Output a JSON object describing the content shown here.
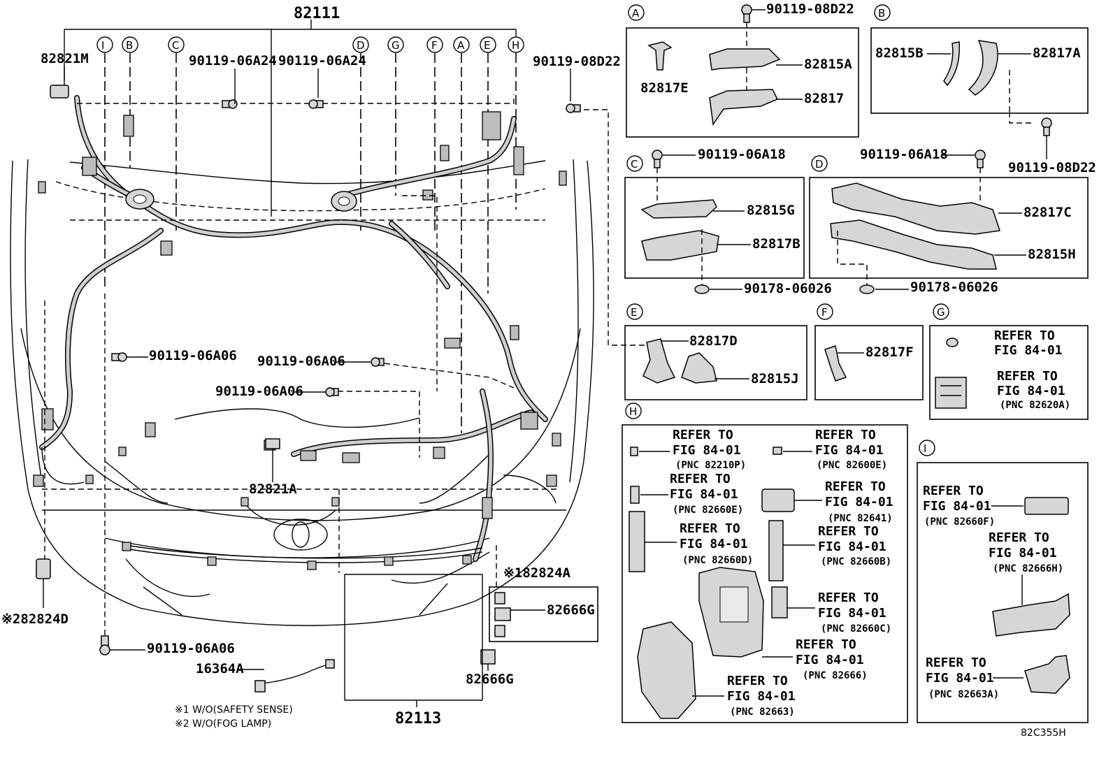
{
  "main": {
    "harness_top": "82111",
    "harness_bottom": "82113",
    "callouts": {
      "m": "82821M",
      "a821": "82821A",
      "d824": "※282824D",
      "a824": "※182824A",
      "g666a": "82666G",
      "g666b": "82666G",
      "s364": "16364A"
    },
    "bolts": {
      "a24_1": "90119-06A24",
      "a24_2": "90119-06A24",
      "d22": "90119-08D22",
      "a06_1": "90119-06A06",
      "a06_2": "90119-06A06",
      "a06_3": "90119-06A06",
      "a06_4": "90119-06A06"
    },
    "circle_letters": [
      "I",
      "B",
      "C",
      "D",
      "G",
      "F",
      "A",
      "E",
      "H"
    ],
    "notes": [
      "※1 W/O(SAFETY SENSE)",
      "※2 W/O(FOG LAMP)"
    ],
    "figure_code": "82C355H"
  },
  "insets": {
    "A": {
      "letter": "A",
      "bolt": "90119-08D22",
      "p1": "82817E",
      "p2": "82815A",
      "p3": "82817"
    },
    "B": {
      "letter": "B",
      "p1": "82815B",
      "p2": "82817A",
      "bolt": "90119-08D22"
    },
    "C": {
      "letter": "C",
      "bolt": "90119-06A18",
      "p1": "82815G",
      "p2": "82817B",
      "nut": "90178-06026"
    },
    "D": {
      "letter": "D",
      "bolt": "90119-06A18",
      "p1": "82817C",
      "p2": "82815H",
      "nut": "90178-06026"
    },
    "E": {
      "letter": "E",
      "p1": "82817D",
      "p2": "82815J"
    },
    "F": {
      "letter": "F",
      "p1": "82817F"
    },
    "G": {
      "letter": "G",
      "r1": "REFER TO",
      "r2": "FIG 84-01",
      "r3": "REFER TO",
      "r4": "FIG 84-01",
      "r5": "(PNC 82620A)"
    },
    "H": {
      "letter": "H",
      "refer": "REFER TO",
      "fig": "FIG 84-01",
      "pncs": [
        "(PNC 82210P)",
        "(PNC 82600E)",
        "(PNC 82660E)",
        "(PNC 82641)",
        "(PNC 82660D)",
        "(PNC 82660B)",
        "(PNC 82660C)",
        "(PNC 82666)",
        "(PNC 82663)"
      ]
    },
    "I": {
      "letter": "I",
      "refer": "REFER TO",
      "fig": "FIG 84-01",
      "pncs": [
        "(PNC 82660F)",
        "(PNC 82666H)",
        "(PNC 82663A)"
      ]
    }
  }
}
